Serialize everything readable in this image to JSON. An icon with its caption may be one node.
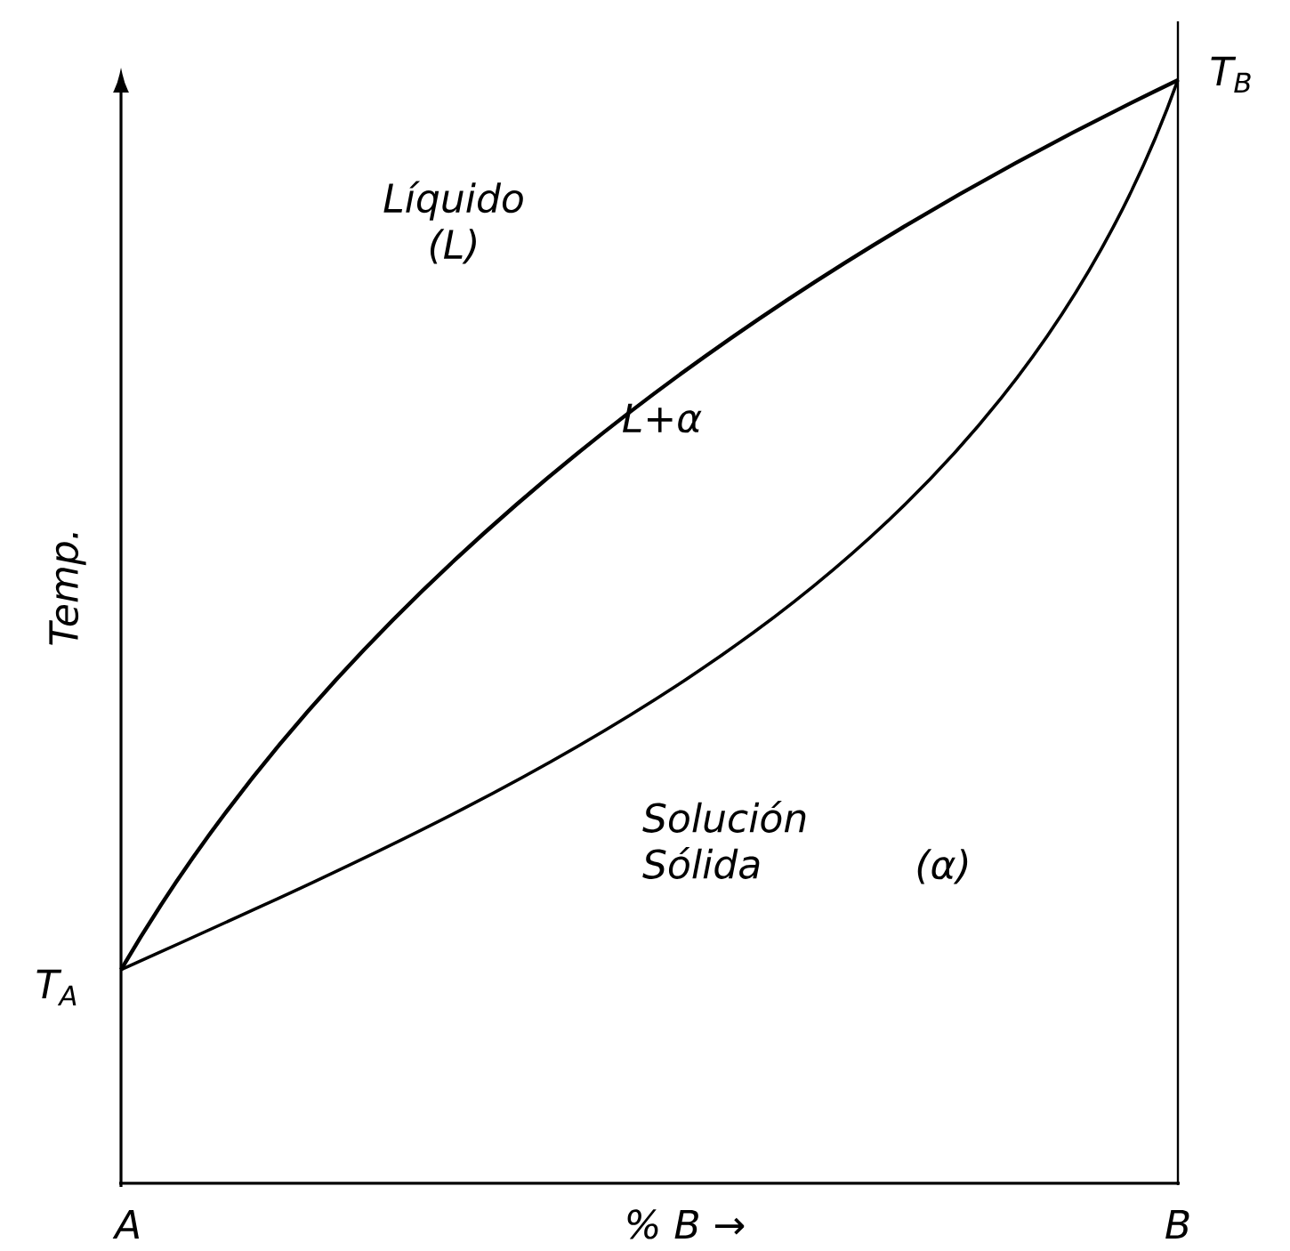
{
  "diagram": {
    "labels": [
      "Temp.",
      "Líquido (L)",
      "T$_{B}$",
      "L+α",
      "Solución Sólida",
      "(α)",
      "T$_{A}$",
      "A",
      "% B →",
      "B"
    ]
  }
}
